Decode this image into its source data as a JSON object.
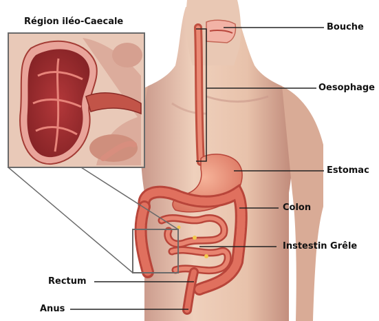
{
  "inset_title": "Région iléo-Caecale",
  "labels": {
    "bouche": "Bouche",
    "oesophage": "Oesophage",
    "estomac": "Estomac",
    "colon": "Colon",
    "intestin": "Instestin Grêle",
    "rectum": "Rectum",
    "anus": "Anus"
  },
  "colors": {
    "skin": "#e8c4ae",
    "skin_shadow": "#c9988a",
    "organ": "#e0705e",
    "organ_dark": "#b8453a",
    "inset_frame": "#6a6a6a",
    "leader_line": "#222222"
  }
}
